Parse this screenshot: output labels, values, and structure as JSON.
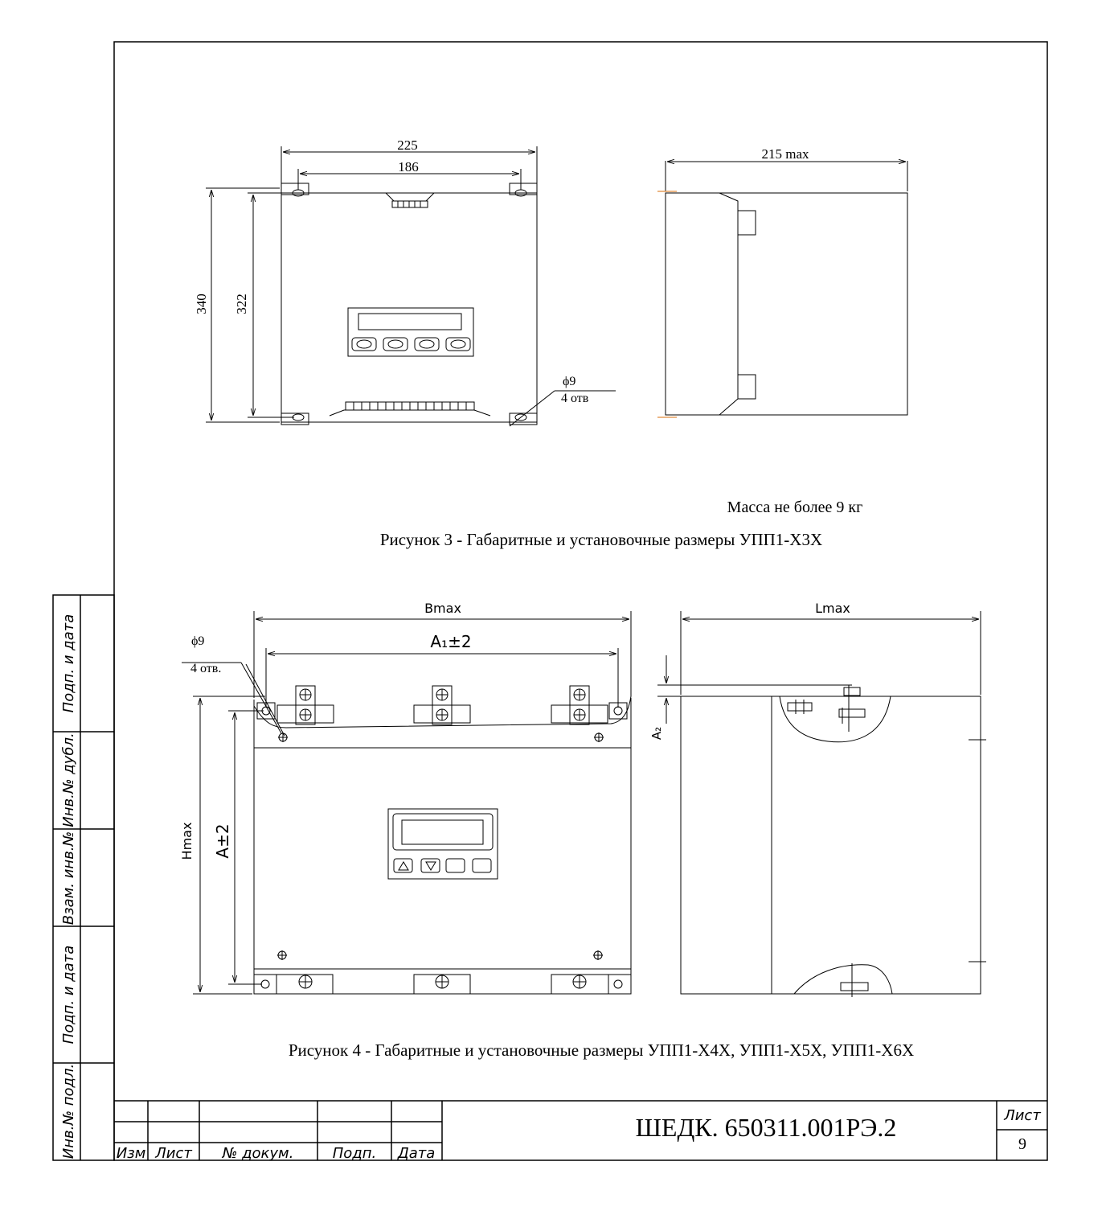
{
  "fig3": {
    "dim_width_outer": "225",
    "dim_width_holes": "186",
    "dim_height_outer": "340",
    "dim_height_holes": "322",
    "dim_depth": "215 max",
    "hole_diameter": "ϕ9",
    "hole_count": "4 отв",
    "mass_note": "Масса не более 9 кг",
    "caption": "Рисунок 3 - Габаритные и установочные размеры УПП1-Х3Х"
  },
  "fig4": {
    "dim_b": "Bmax",
    "dim_a1": "A₁±2",
    "dim_l": "Lmax",
    "dim_h": "Hmax",
    "dim_a": "A±2",
    "dim_a2": "A₂",
    "hole_diameter": "ϕ9",
    "hole_count": "4 отв.",
    "caption": "Рисунок 4 - Габаритные и установочные размеры УПП1-Х4Х, УПП1-Х5Х, УПП1-Х6Х"
  },
  "side_stamp": [
    "Подп. и дата",
    "Инв.№ дубл.",
    "Взам. инв.№",
    "Подп. и дата",
    "Инв.№ подл."
  ],
  "title_block": {
    "doc_number": "ШЕДК. 650311.001РЭ.2",
    "sheet_label": "Лист",
    "sheet_number": "9",
    "col_change": "Изм",
    "col_sheet": "Лист",
    "col_doc": "№ докум.",
    "col_sign": "Подп.",
    "col_date": "Дата"
  }
}
